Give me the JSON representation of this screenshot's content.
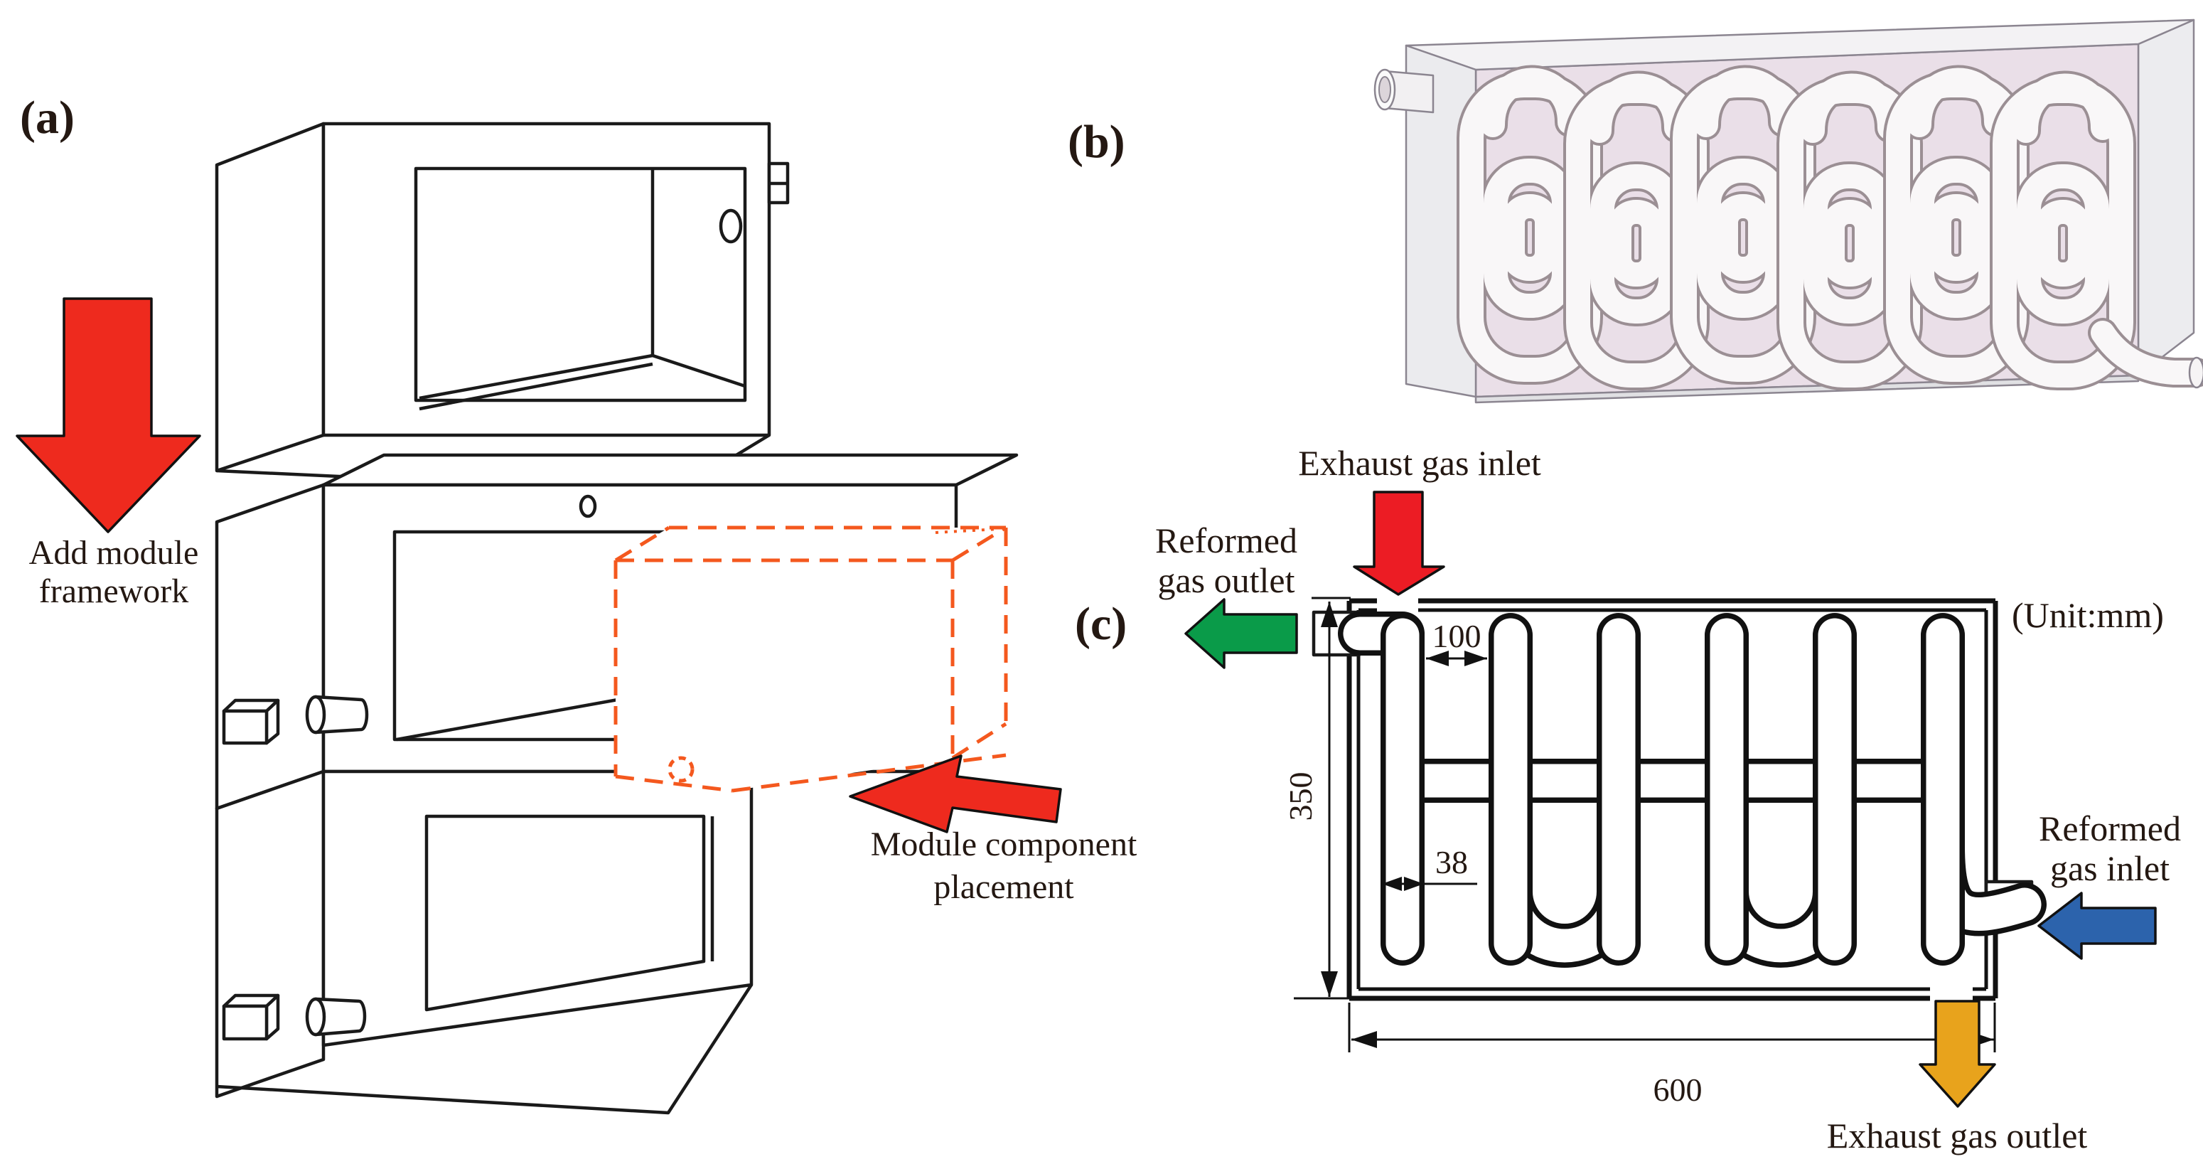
{
  "panels": {
    "a": {
      "label": "(a)",
      "arrow_caption_line1": "Add module",
      "arrow_caption_line2": "framework",
      "placement_caption_line1": "Module component",
      "placement_caption_line2": "placement"
    },
    "b": {
      "label": "(b)"
    },
    "c": {
      "label": "(c)",
      "unit_note": "(Unit:mm)",
      "flows": {
        "exhaust_inlet": "Exhaust gas inlet",
        "reformed_outlet_line1": "Reformed",
        "reformed_outlet_line2": "gas outlet",
        "reformed_inlet_line1": "Reformed",
        "reformed_inlet_line2": "gas inlet",
        "exhaust_outlet": "Exhaust gas outlet"
      },
      "dimensions_mm": {
        "pitch": "100",
        "tube_width": "38",
        "height": "350",
        "width": "600"
      }
    }
  },
  "colors": {
    "red_arrow": "#ee2a1e",
    "red_arrow_c": "#ec1c24",
    "green_arrow": "#0a9b49",
    "blue_arrow": "#2c63ac",
    "amber_arrow": "#e8a31c",
    "dashed_orange": "#f4581e",
    "ink": "#1a1a1a"
  }
}
